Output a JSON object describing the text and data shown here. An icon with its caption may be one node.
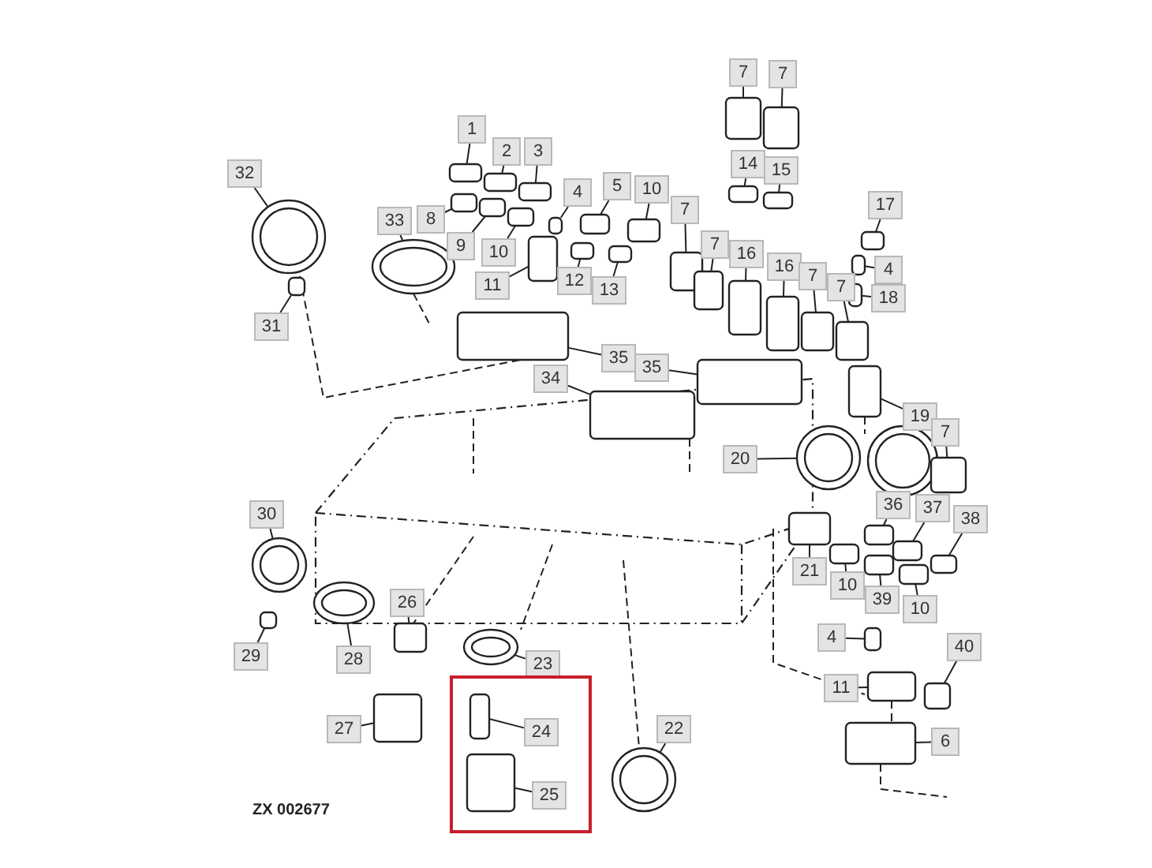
{
  "diagram": {
    "nodes": [
      {
        "text": [
          "7"
        ]
      },
      {
        "text": [
          "7"
        ]
      },
      {
        "text": [
          "1"
        ]
      },
      {
        "text": [
          "2"
        ]
      },
      {
        "text": [
          "3"
        ]
      },
      {
        "text": [
          "14"
        ]
      },
      {
        "text": [
          "15"
        ]
      },
      {
        "text": [
          "32"
        ]
      },
      {
        "text": [
          "4"
        ]
      },
      {
        "text": [
          "5"
        ]
      },
      {
        "text": [
          "10"
        ]
      },
      {
        "text": [
          "7"
        ]
      },
      {
        "text": [
          "17"
        ]
      },
      {
        "text": [
          "8"
        ]
      },
      {
        "text": [
          "33"
        ]
      },
      {
        "text": [
          "9"
        ]
      },
      {
        "text": [
          "10"
        ]
      },
      {
        "text": [
          "7"
        ]
      },
      {
        "text": [
          "16"
        ]
      },
      {
        "text": [
          "16"
        ]
      },
      {
        "text": [
          "4"
        ]
      },
      {
        "text": [
          "11"
        ]
      },
      {
        "text": [
          "12"
        ]
      },
      {
        "text": [
          "7"
        ]
      },
      {
        "text": [
          "13"
        ]
      },
      {
        "text": [
          "7"
        ]
      },
      {
        "text": [
          "18"
        ]
      },
      {
        "text": [
          "31"
        ]
      },
      {
        "text": [
          "35"
        ]
      },
      {
        "text": [
          "35"
        ]
      },
      {
        "text": [
          "34"
        ]
      },
      {
        "text": [
          "19"
        ]
      },
      {
        "text": [
          "7"
        ]
      },
      {
        "text": [
          "20"
        ]
      },
      {
        "text": [
          "30"
        ]
      },
      {
        "text": [
          "36"
        ]
      },
      {
        "text": [
          "37"
        ]
      },
      {
        "text": [
          "38"
        ]
      },
      {
        "text": [
          "21"
        ]
      },
      {
        "text": [
          "10"
        ]
      },
      {
        "text": [
          "39"
        ]
      },
      {
        "text": [
          "10"
        ]
      },
      {
        "text": [
          "29"
        ]
      },
      {
        "text": [
          "26"
        ]
      },
      {
        "text": [
          "4"
        ]
      },
      {
        "text": [
          "40"
        ]
      },
      {
        "text": [
          "28"
        ]
      },
      {
        "text": [
          "23"
        ]
      },
      {
        "text": [
          "11"
        ]
      },
      {
        "text": [],
        "shape": "box"
      },
      {
        "text": [
          "24"
        ],
        "in": 49
      },
      {
        "text": [
          "27"
        ]
      },
      {
        "text": [
          "22"
        ]
      },
      {
        "text": [
          "6"
        ]
      },
      {
        "text": [
          "25"
        ],
        "in": 49
      },
      {
        "text": [],
        "shape": "box"
      },
      {
        "text": [],
        "shape": "box"
      },
      {
        "text": [],
        "shape": "box"
      },
      {
        "text": [],
        "shape": "box"
      },
      {
        "text": [],
        "shape": "box"
      },
      {
        "text": [],
        "shape": "box"
      },
      {
        "text": [],
        "shape": "box"
      },
      {
        "text": [],
        "shape": "circle"
      },
      {
        "text": [],
        "shape": "box"
      },
      {
        "text": [],
        "shape": "box"
      },
      {
        "text": [],
        "shape": "box"
      },
      {
        "text": [],
        "shape": "box"
      },
      {
        "text": [],
        "shape": "box"
      },
      {
        "text": [],
        "shape": "box"
      },
      {
        "text": [],
        "shape": "circle"
      },
      {
        "text": [],
        "shape": "box"
      },
      {
        "text": [],
        "shape": "box"
      },
      {
        "text": [],
        "shape": "box"
      },
      {
        "text": [],
        "shape": "box"
      },
      {
        "text": [],
        "shape": "box"
      },
      {
        "text": [],
        "shape": "box"
      },
      {
        "text": [],
        "shape": "box"
      },
      {
        "text": [],
        "shape": "box"
      },
      {
        "text": [],
        "shape": "box"
      },
      {
        "text": [],
        "shape": "box"
      },
      {
        "text": [],
        "shape": "box"
      },
      {
        "text": [],
        "shape": "box"
      },
      {
        "text": [],
        "shape": "box"
      },
      {
        "text": [],
        "shape": "box"
      },
      {
        "text": [],
        "shape": "box"
      },
      {
        "text": [],
        "shape": "box"
      },
      {
        "text": [],
        "shape": "box"
      },
      {
        "text": [],
        "shape": "box"
      },
      {
        "text": [],
        "shape": "circle"
      },
      {
        "text": [],
        "shape": "circle"
      },
      {
        "text": [],
        "shape": "box"
      },
      {
        "text": [],
        "shape": "box"
      },
      {
        "text": [],
        "shape": "box"
      },
      {
        "text": [],
        "shape": "box"
      },
      {
        "text": [],
        "shape": "box"
      },
      {
        "text": [],
        "shape": "box"
      },
      {
        "text": [],
        "shape": "box"
      },
      {
        "text": [],
        "shape": "box"
      },
      {
        "text": [],
        "shape": "box"
      },
      {
        "text": [],
        "shape": "box"
      },
      {
        "text": [],
        "shape": "box"
      },
      {
        "text": [],
        "shape": "circle"
      },
      {
        "text": [],
        "shape": "circle"
      },
      {
        "text": [],
        "shape": "box"
      },
      {
        "text": [],
        "shape": "box",
        "in": 49
      },
      {
        "text": [],
        "shape": "box"
      },
      {
        "text": [],
        "shape": "circle"
      },
      {
        "text": [],
        "shape": "box"
      },
      {
        "text": [],
        "shape": "box",
        "in": 49
      }
    ],
    "edges": [
      {
        "from": 0,
        "to": 55,
        "arrow": "none"
      },
      {
        "from": 1,
        "to": 56,
        "arrow": "none"
      },
      {
        "from": 2,
        "to": 57,
        "arrow": "none"
      },
      {
        "from": 3,
        "to": 58,
        "arrow": "none"
      },
      {
        "from": 4,
        "to": 59,
        "arrow": "none"
      },
      {
        "from": 5,
        "to": 60,
        "arrow": "none"
      },
      {
        "from": 6,
        "to": 61,
        "arrow": "none"
      },
      {
        "from": 7,
        "to": 62,
        "arrow": "none"
      },
      {
        "from": 8,
        "to": 63,
        "arrow": "none"
      },
      {
        "from": 9,
        "to": 64,
        "arrow": "none"
      },
      {
        "from": 10,
        "to": 65,
        "arrow": "none"
      },
      {
        "from": 11,
        "to": 66,
        "arrow": "none"
      },
      {
        "from": 12,
        "to": 67,
        "arrow": "none"
      },
      {
        "from": 13,
        "to": 68,
        "arrow": "none"
      },
      {
        "from": 14,
        "to": 69,
        "arrow": "none"
      },
      {
        "from": 15,
        "to": 70,
        "arrow": "none"
      },
      {
        "from": 16,
        "to": 71,
        "arrow": "none"
      },
      {
        "from": 17,
        "to": 72,
        "arrow": "none"
      },
      {
        "from": 18,
        "to": 73,
        "arrow": "none"
      },
      {
        "from": 19,
        "to": 74,
        "arrow": "none"
      },
      {
        "from": 20,
        "to": 75,
        "arrow": "none"
      },
      {
        "from": 21,
        "to": 76,
        "arrow": "none"
      },
      {
        "from": 22,
        "to": 77,
        "arrow": "none"
      },
      {
        "from": 23,
        "to": 78,
        "arrow": "none"
      },
      {
        "from": 24,
        "to": 79,
        "arrow": "none"
      },
      {
        "from": 25,
        "to": 80,
        "arrow": "none"
      },
      {
        "from": 26,
        "to": 81,
        "arrow": "none"
      },
      {
        "from": 27,
        "to": 82,
        "arrow": "none"
      },
      {
        "from": 28,
        "to": 83,
        "arrow": "none"
      },
      {
        "from": 29,
        "to": 84,
        "arrow": "none"
      },
      {
        "from": 30,
        "to": 85,
        "arrow": "none"
      },
      {
        "from": 31,
        "to": 86,
        "arrow": "none"
      },
      {
        "from": 32,
        "to": 87,
        "arrow": "none"
      },
      {
        "from": 33,
        "to": 88,
        "arrow": "none"
      },
      {
        "from": 34,
        "to": 89,
        "arrow": "none"
      },
      {
        "from": 35,
        "to": 90,
        "arrow": "none"
      },
      {
        "from": 36,
        "to": 91,
        "arrow": "none"
      },
      {
        "from": 37,
        "to": 92,
        "arrow": "none"
      },
      {
        "from": 38,
        "to": 93,
        "arrow": "none"
      },
      {
        "from": 39,
        "to": 94,
        "arrow": "none"
      },
      {
        "from": 40,
        "to": 95,
        "arrow": "none"
      },
      {
        "from": 41,
        "to": 96,
        "arrow": "none"
      },
      {
        "from": 42,
        "to": 97,
        "arrow": "none"
      },
      {
        "from": 43,
        "to": 98,
        "arrow": "none"
      },
      {
        "from": 44,
        "to": 99,
        "arrow": "none"
      },
      {
        "from": 45,
        "to": 100,
        "arrow": "none"
      },
      {
        "from": 46,
        "to": 101,
        "arrow": "none"
      },
      {
        "from": 47,
        "to": 102,
        "arrow": "none"
      },
      {
        "from": 48,
        "to": 103,
        "arrow": "none"
      },
      {
        "from": 50,
        "to": 104,
        "arrow": "none"
      },
      {
        "from": 51,
        "to": 105,
        "arrow": "none"
      },
      {
        "from": 52,
        "to": 106,
        "arrow": "none"
      },
      {
        "from": 53,
        "to": 107,
        "arrow": "none"
      },
      {
        "from": 54,
        "to": 108,
        "arrow": "none"
      }
    ],
    "labels": [
      "ZX 002677"
    ]
  }
}
